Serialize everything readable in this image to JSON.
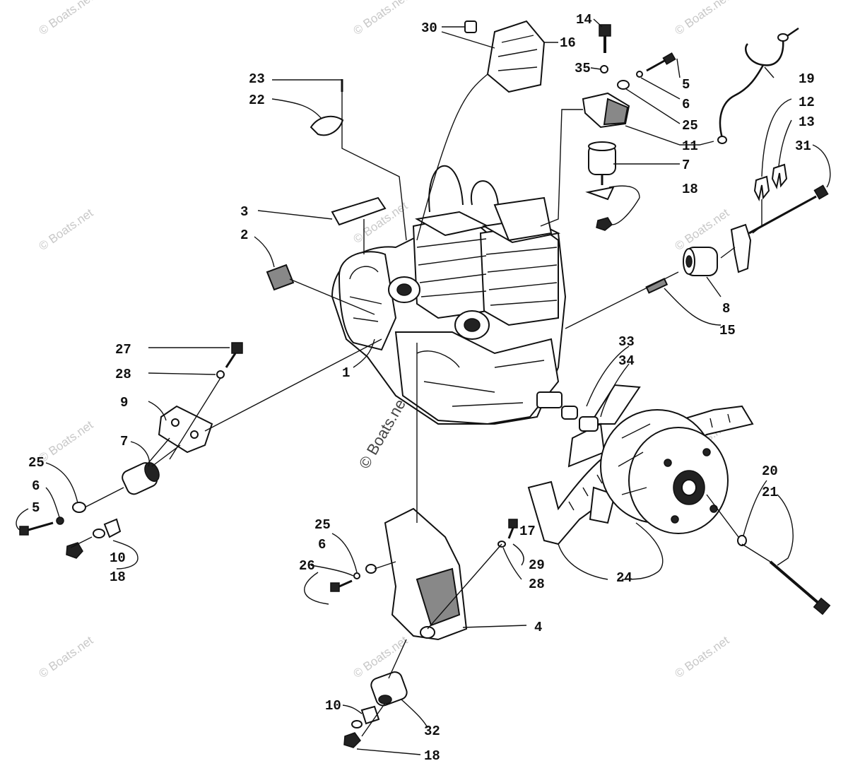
{
  "watermark": "© Boats.net",
  "callouts": [
    {
      "id": "c30",
      "text": "30"
    },
    {
      "id": "c16",
      "text": "16"
    },
    {
      "id": "c14",
      "text": "14"
    },
    {
      "id": "c35",
      "text": "35"
    },
    {
      "id": "c5a",
      "text": "5"
    },
    {
      "id": "c6a",
      "text": "6"
    },
    {
      "id": "c25a",
      "text": "25"
    },
    {
      "id": "c11",
      "text": "11"
    },
    {
      "id": "c7a",
      "text": "7"
    },
    {
      "id": "c18a",
      "text": "18"
    },
    {
      "id": "c19",
      "text": "19"
    },
    {
      "id": "c12",
      "text": "12"
    },
    {
      "id": "c13",
      "text": "13"
    },
    {
      "id": "c31",
      "text": "31"
    },
    {
      "id": "c23",
      "text": "23"
    },
    {
      "id": "c22",
      "text": "22"
    },
    {
      "id": "c3",
      "text": "3"
    },
    {
      "id": "c2",
      "text": "2"
    },
    {
      "id": "c8",
      "text": "8"
    },
    {
      "id": "c15",
      "text": "15"
    },
    {
      "id": "c27",
      "text": "27"
    },
    {
      "id": "c28a",
      "text": "28"
    },
    {
      "id": "c1",
      "text": "1"
    },
    {
      "id": "c33",
      "text": "33"
    },
    {
      "id": "c34",
      "text": "34"
    },
    {
      "id": "c9",
      "text": "9"
    },
    {
      "id": "c7b",
      "text": "7"
    },
    {
      "id": "c25b",
      "text": "25"
    },
    {
      "id": "c6b",
      "text": "6"
    },
    {
      "id": "c5b",
      "text": "5"
    },
    {
      "id": "c10a",
      "text": "10"
    },
    {
      "id": "c18b",
      "text": "18"
    },
    {
      "id": "c20",
      "text": "20"
    },
    {
      "id": "c21",
      "text": "21"
    },
    {
      "id": "c25c",
      "text": "25"
    },
    {
      "id": "c6c",
      "text": "6"
    },
    {
      "id": "c26",
      "text": "26"
    },
    {
      "id": "c29",
      "text": "29"
    },
    {
      "id": "c28b",
      "text": "28"
    },
    {
      "id": "c17",
      "text": "17"
    },
    {
      "id": "c24",
      "text": "24"
    },
    {
      "id": "c4",
      "text": "4"
    },
    {
      "id": "c10b",
      "text": "10"
    },
    {
      "id": "c32",
      "text": "32"
    },
    {
      "id": "c18c",
      "text": "18"
    }
  ]
}
